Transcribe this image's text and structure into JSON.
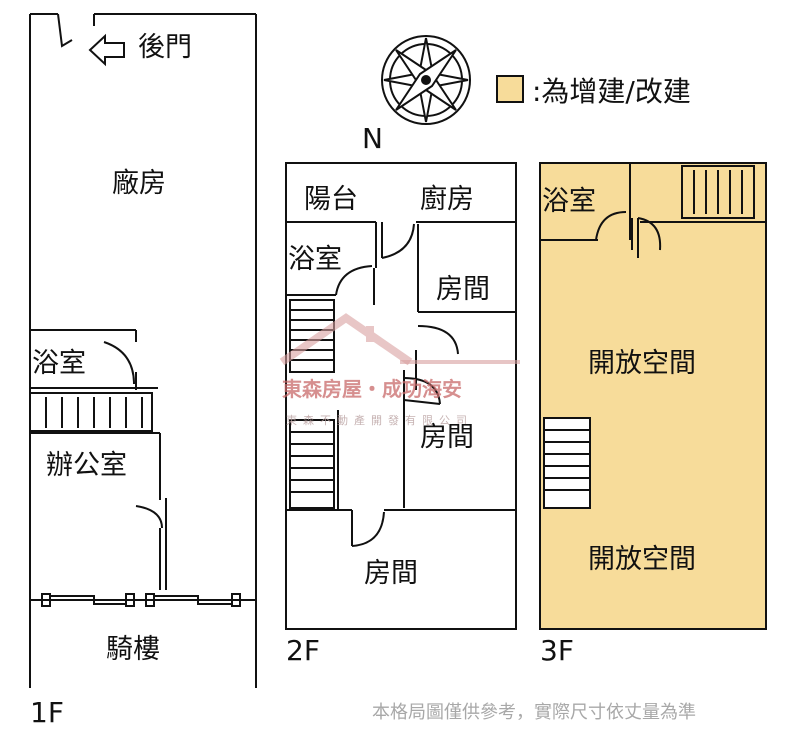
{
  "legend": {
    "addition_color": "#f7dc9a",
    "addition_label": ":為增建/改建"
  },
  "compass": {
    "north_label": "N"
  },
  "floors": {
    "f1": {
      "label": "1F",
      "rooms": {
        "back_door": "後門",
        "factory": "廠房",
        "bathroom": "浴室",
        "office": "辦公室",
        "arcade": "騎樓"
      }
    },
    "f2": {
      "label": "2F",
      "rooms": {
        "balcony": "陽台",
        "kitchen": "廚房",
        "bathroom": "浴室",
        "room_a": "房間",
        "room_b": "房間",
        "room_c": "房間"
      }
    },
    "f3": {
      "label": "3F",
      "rooms": {
        "bathroom": "浴室",
        "open_space_a": "開放空間",
        "open_space_b": "開放空間"
      }
    }
  },
  "watermark": {
    "brand": "東森房屋・成功海安",
    "sub": "東森不動產開發有限公司"
  },
  "disclaimer": "本格局圖僅供參考，實際尺寸依丈量為準",
  "colors": {
    "wall": "#111111",
    "addition": "#f7dc9a",
    "watermark": "#c96a6a"
  }
}
